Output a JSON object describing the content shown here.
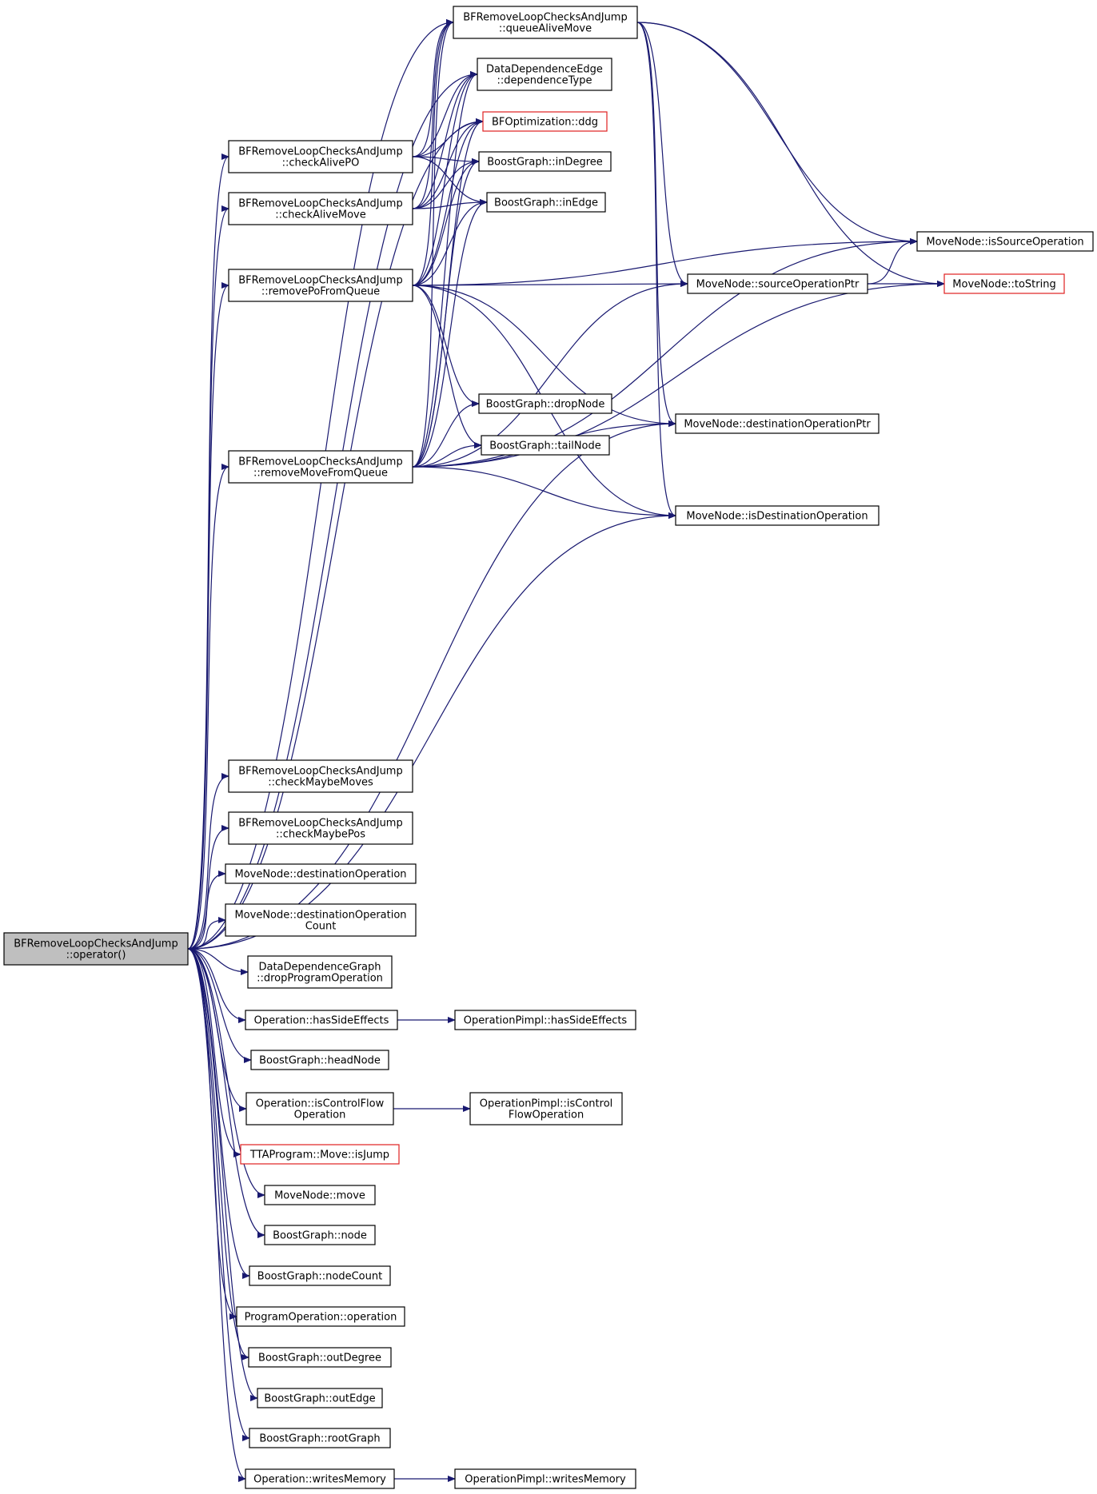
{
  "colors": {
    "edge": "#191970",
    "node_border": "#000000",
    "incomplete_border": "#e02020",
    "root_fill": "#bfbfbf",
    "background": "#ffffff"
  },
  "nodes": {
    "root": {
      "lines": [
        "BFRemoveLoopChecksAndJump",
        "::operator()"
      ],
      "style": "root"
    },
    "queueAliveMove": {
      "lines": [
        "BFRemoveLoopChecksAndJump",
        "::queueAliveMove"
      ],
      "style": "normal"
    },
    "dependenceType": {
      "lines": [
        "DataDependenceEdge",
        "::dependenceType"
      ],
      "style": "normal"
    },
    "bfoptDdg": {
      "lines": [
        "BFOptimization::ddg"
      ],
      "style": "red"
    },
    "inDegree": {
      "lines": [
        "BoostGraph::inDegree"
      ],
      "style": "normal"
    },
    "inEdge": {
      "lines": [
        "BoostGraph::inEdge"
      ],
      "style": "normal"
    },
    "checkAlivePO": {
      "lines": [
        "BFRemoveLoopChecksAndJump",
        "::checkAlivePO"
      ],
      "style": "normal"
    },
    "checkAliveMove": {
      "lines": [
        "BFRemoveLoopChecksAndJump",
        "::checkAliveMove"
      ],
      "style": "normal"
    },
    "removePoFromQueue": {
      "lines": [
        "BFRemoveLoopChecksAndJump",
        "::removePoFromQueue"
      ],
      "style": "normal"
    },
    "isSourceOperation": {
      "lines": [
        "MoveNode::isSourceOperation"
      ],
      "style": "normal"
    },
    "sourceOperationPtr": {
      "lines": [
        "MoveNode::sourceOperationPtr"
      ],
      "style": "normal"
    },
    "toString": {
      "lines": [
        "MoveNode::toString"
      ],
      "style": "red"
    },
    "dropNode": {
      "lines": [
        "BoostGraph::dropNode"
      ],
      "style": "normal"
    },
    "destinationOperationPtr": {
      "lines": [
        "MoveNode::destinationOperationPtr"
      ],
      "style": "normal"
    },
    "tailNode": {
      "lines": [
        "BoostGraph::tailNode"
      ],
      "style": "normal"
    },
    "removeMoveFromQueue": {
      "lines": [
        "BFRemoveLoopChecksAndJump",
        "::removeMoveFromQueue"
      ],
      "style": "normal"
    },
    "isDestinationOperation": {
      "lines": [
        "MoveNode::isDestinationOperation"
      ],
      "style": "normal"
    },
    "checkMaybeMoves": {
      "lines": [
        "BFRemoveLoopChecksAndJump",
        "::checkMaybeMoves"
      ],
      "style": "normal"
    },
    "checkMaybePos": {
      "lines": [
        "BFRemoveLoopChecksAndJump",
        "::checkMaybePos"
      ],
      "style": "normal"
    },
    "destinationOperation": {
      "lines": [
        "MoveNode::destinationOperation"
      ],
      "style": "normal"
    },
    "destinationOperationCount": {
      "lines": [
        "MoveNode::destinationOperation",
        "Count"
      ],
      "style": "normal"
    },
    "dropProgramOperation": {
      "lines": [
        "DataDependenceGraph",
        "::dropProgramOperation"
      ],
      "style": "normal"
    },
    "hasSideEffects": {
      "lines": [
        "Operation::hasSideEffects"
      ],
      "style": "normal"
    },
    "pimplHasSideEffects": {
      "lines": [
        "OperationPimpl::hasSideEffects"
      ],
      "style": "normal"
    },
    "headNode": {
      "lines": [
        "BoostGraph::headNode"
      ],
      "style": "normal"
    },
    "isControlFlowOperation": {
      "lines": [
        "Operation::isControlFlow",
        "Operation"
      ],
      "style": "normal"
    },
    "pimplIsControlFlowOperation": {
      "lines": [
        "OperationPimpl::isControl",
        "FlowOperation"
      ],
      "style": "normal"
    },
    "isJump": {
      "lines": [
        "TTAProgram::Move::isJump"
      ],
      "style": "red"
    },
    "move": {
      "lines": [
        "MoveNode::move"
      ],
      "style": "normal"
    },
    "node": {
      "lines": [
        "BoostGraph::node"
      ],
      "style": "normal"
    },
    "nodeCount": {
      "lines": [
        "BoostGraph::nodeCount"
      ],
      "style": "normal"
    },
    "operation": {
      "lines": [
        "ProgramOperation::operation"
      ],
      "style": "normal"
    },
    "outDegree": {
      "lines": [
        "BoostGraph::outDegree"
      ],
      "style": "normal"
    },
    "outEdge": {
      "lines": [
        "BoostGraph::outEdge"
      ],
      "style": "normal"
    },
    "rootGraph": {
      "lines": [
        "BoostGraph::rootGraph"
      ],
      "style": "normal"
    },
    "writesMemory": {
      "lines": [
        "Operation::writesMemory"
      ],
      "style": "normal"
    },
    "pimplWritesMemory": {
      "lines": [
        "OperationPimpl::writesMemory"
      ],
      "style": "normal"
    }
  },
  "edges": [
    [
      "root",
      "queueAliveMove"
    ],
    [
      "root",
      "dependenceType"
    ],
    [
      "root",
      "bfoptDdg"
    ],
    [
      "root",
      "checkAlivePO"
    ],
    [
      "root",
      "checkAliveMove"
    ],
    [
      "root",
      "removePoFromQueue"
    ],
    [
      "root",
      "removeMoveFromQueue"
    ],
    [
      "root",
      "destinationOperationPtr"
    ],
    [
      "root",
      "isDestinationOperation"
    ],
    [
      "root",
      "checkMaybeMoves"
    ],
    [
      "root",
      "checkMaybePos"
    ],
    [
      "root",
      "destinationOperation"
    ],
    [
      "root",
      "destinationOperationCount"
    ],
    [
      "root",
      "dropProgramOperation"
    ],
    [
      "root",
      "hasSideEffects"
    ],
    [
      "root",
      "headNode"
    ],
    [
      "root",
      "isControlFlowOperation"
    ],
    [
      "root",
      "isJump"
    ],
    [
      "root",
      "move"
    ],
    [
      "root",
      "node"
    ],
    [
      "root",
      "nodeCount"
    ],
    [
      "root",
      "operation"
    ],
    [
      "root",
      "outDegree"
    ],
    [
      "root",
      "outEdge"
    ],
    [
      "root",
      "rootGraph"
    ],
    [
      "root",
      "writesMemory"
    ],
    [
      "queueAliveMove",
      "isSourceOperation"
    ],
    [
      "queueAliveMove",
      "sourceOperationPtr"
    ],
    [
      "queueAliveMove",
      "toString"
    ],
    [
      "queueAliveMove",
      "destinationOperationPtr"
    ],
    [
      "queueAliveMove",
      "isDestinationOperation"
    ],
    [
      "checkAlivePO",
      "queueAliveMove"
    ],
    [
      "checkAlivePO",
      "dependenceType"
    ],
    [
      "checkAlivePO",
      "bfoptDdg"
    ],
    [
      "checkAlivePO",
      "inDegree"
    ],
    [
      "checkAlivePO",
      "inEdge"
    ],
    [
      "checkAliveMove",
      "queueAliveMove"
    ],
    [
      "checkAliveMove",
      "dependenceType"
    ],
    [
      "checkAliveMove",
      "bfoptDdg"
    ],
    [
      "checkAliveMove",
      "inDegree"
    ],
    [
      "checkAliveMove",
      "inEdge"
    ],
    [
      "removePoFromQueue",
      "queueAliveMove"
    ],
    [
      "removePoFromQueue",
      "dependenceType"
    ],
    [
      "removePoFromQueue",
      "bfoptDdg"
    ],
    [
      "removePoFromQueue",
      "inDegree"
    ],
    [
      "removePoFromQueue",
      "inEdge"
    ],
    [
      "removePoFromQueue",
      "isSourceOperation"
    ],
    [
      "removePoFromQueue",
      "sourceOperationPtr"
    ],
    [
      "removePoFromQueue",
      "dropNode"
    ],
    [
      "removePoFromQueue",
      "tailNode"
    ],
    [
      "removePoFromQueue",
      "destinationOperationPtr"
    ],
    [
      "removePoFromQueue",
      "isDestinationOperation"
    ],
    [
      "removeMoveFromQueue",
      "queueAliveMove"
    ],
    [
      "removeMoveFromQueue",
      "dependenceType"
    ],
    [
      "removeMoveFromQueue",
      "bfoptDdg"
    ],
    [
      "removeMoveFromQueue",
      "inDegree"
    ],
    [
      "removeMoveFromQueue",
      "inEdge"
    ],
    [
      "removeMoveFromQueue",
      "dropNode"
    ],
    [
      "removeMoveFromQueue",
      "tailNode"
    ],
    [
      "removeMoveFromQueue",
      "sourceOperationPtr"
    ],
    [
      "removeMoveFromQueue",
      "destinationOperationPtr"
    ],
    [
      "removeMoveFromQueue",
      "isDestinationOperation"
    ],
    [
      "removeMoveFromQueue",
      "isSourceOperation"
    ],
    [
      "removeMoveFromQueue",
      "toString"
    ],
    [
      "sourceOperationPtr",
      "isSourceOperation"
    ],
    [
      "sourceOperationPtr",
      "toString"
    ],
    [
      "hasSideEffects",
      "pimplHasSideEffects"
    ],
    [
      "isControlFlowOperation",
      "pimplIsControlFlowOperation"
    ],
    [
      "writesMemory",
      "pimplWritesMemory"
    ]
  ]
}
